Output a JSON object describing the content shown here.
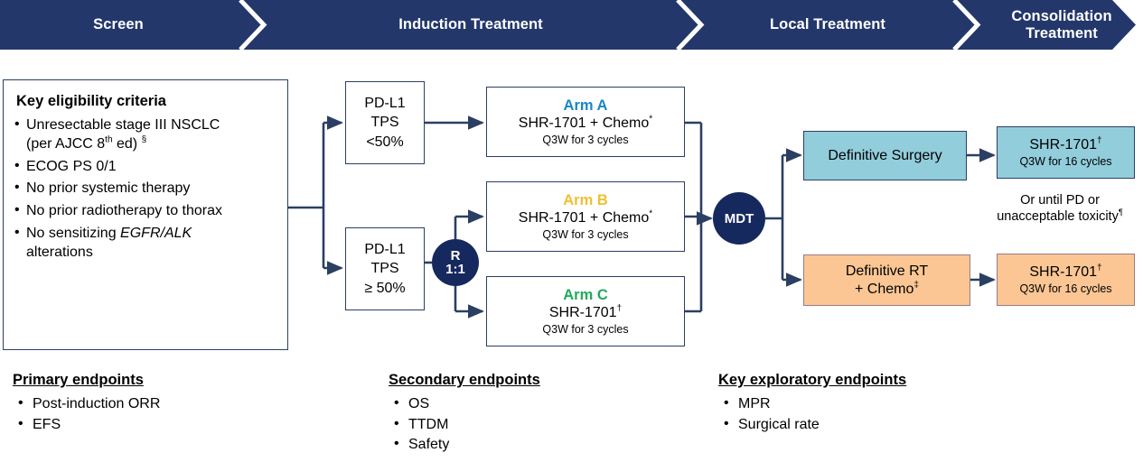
{
  "banner": {
    "segments": [
      {
        "label": "Screen"
      },
      {
        "label": "Induction Treatment"
      },
      {
        "label": "Local Treatment"
      },
      {
        "label": "Consolidation Treatment"
      }
    ]
  },
  "eligibility": {
    "title": "Key eligibility criteria",
    "items": [
      {
        "line1": "Unresectable stage III NSCLC",
        "line2": "(per AJCC 8th ed) §"
      },
      {
        "line1": "ECOG PS 0/1",
        "line2": ""
      },
      {
        "line1": "No prior systemic therapy",
        "line2": ""
      },
      {
        "line1": "No prior radiotherapy to thorax",
        "line2": ""
      },
      {
        "line1": "No sensitizing EGFR/ALK",
        "line2": "alterations"
      }
    ]
  },
  "stratification": {
    "low": {
      "line1": "PD-L1",
      "line2": "TPS",
      "line3": "<50%"
    },
    "high": {
      "line1": "PD-L1",
      "line2": "TPS",
      "line3": "≥ 50%"
    }
  },
  "randomization": {
    "line1": "R",
    "line2": "1:1"
  },
  "arms": [
    {
      "name": "Arm A",
      "regimen": "SHR-1701 + Chemo*",
      "schedule": "Q3W for 3 cycles",
      "color": "#1a86c8"
    },
    {
      "name": "Arm B",
      "regimen": "SHR-1701 + Chemo*",
      "schedule": "Q3W for 3 cycles",
      "color": "#efc033"
    },
    {
      "name": "Arm C",
      "regimen": "SHR-1701†",
      "schedule": "Q3W for 3 cycles",
      "color": "#22ab5b"
    }
  ],
  "mdt": {
    "label": "MDT"
  },
  "local_treatment": [
    {
      "label": "Definitive Surgery",
      "label2": "",
      "theme": "blue"
    },
    {
      "label": "Definitive RT",
      "label2": "+ Chemo‡",
      "theme": "orange"
    }
  ],
  "consolidation": [
    {
      "drug": "SHR-1701†",
      "schedule": "Q3W for 16 cycles",
      "theme": "blue"
    },
    {
      "drug": "SHR-1701†",
      "schedule": "Q3W for 16 cycles",
      "theme": "orange"
    }
  ],
  "duration_note": {
    "line1": "Or until PD or",
    "line2": "unacceptable toxicity¶"
  },
  "endpoints": [
    {
      "title": "Primary endpoints",
      "items": [
        "Post-induction ORR",
        "EFS"
      ]
    },
    {
      "title": "Secondary endpoints",
      "items": [
        "OS",
        "TTDM",
        "Safety"
      ]
    },
    {
      "title": "Key exploratory endpoints",
      "items": [
        "MPR",
        "Surgical rate"
      ]
    }
  ],
  "colors": {
    "banner": "#23376b",
    "connector": "#2b3f63",
    "circle": "#16295e",
    "blue_box": "#92cddc",
    "orange_box": "#fbc694"
  }
}
